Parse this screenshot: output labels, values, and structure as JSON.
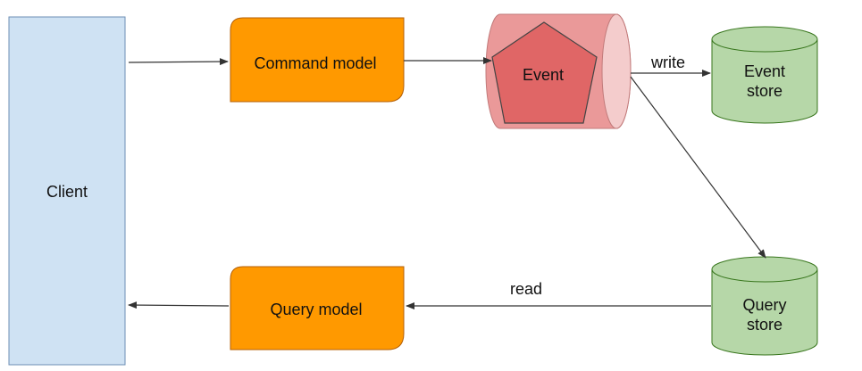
{
  "nodes": {
    "client": {
      "label": "Client"
    },
    "command_model": {
      "label": "Command model"
    },
    "query_model": {
      "label": "Query model"
    },
    "event": {
      "label": "Event"
    },
    "event_store": {
      "label_line1": "Event",
      "label_line2": "store"
    },
    "query_store": {
      "label_line1": "Query",
      "label_line2": "store"
    }
  },
  "edges": {
    "write": "write",
    "read": "read"
  },
  "colors": {
    "client_fill": "#cfe2f3",
    "model_fill": "#ff9900",
    "model_stroke": "#b45f06",
    "event_queue_fill": "#ea9999",
    "event_queue_end_fill": "#f4cccc",
    "event_pentagon_fill": "#e06666",
    "store_fill": "#b6d7a8",
    "store_stroke": "#38761d",
    "arrow": "#333333"
  }
}
